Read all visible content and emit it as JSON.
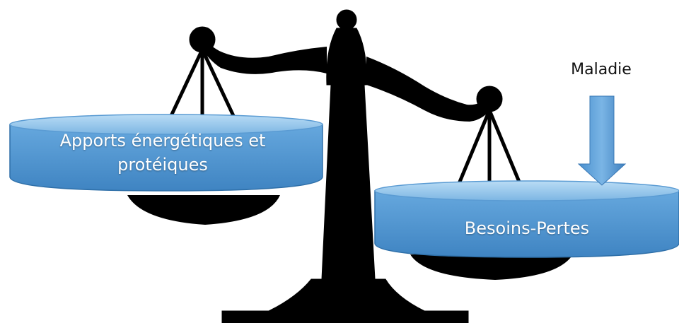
{
  "left_pan": {
    "line1": "Apports énergétiques et",
    "line2": "protéiques"
  },
  "right_pan": {
    "label": "Besoins-Pertes"
  },
  "arrow": {
    "label": "Maladie"
  },
  "colors": {
    "scale": "#000000",
    "pan_top": "#8ec3ea",
    "pan_body": "#4f95d0",
    "pan_edge": "#2e6fa8",
    "background": "#ffffff"
  }
}
